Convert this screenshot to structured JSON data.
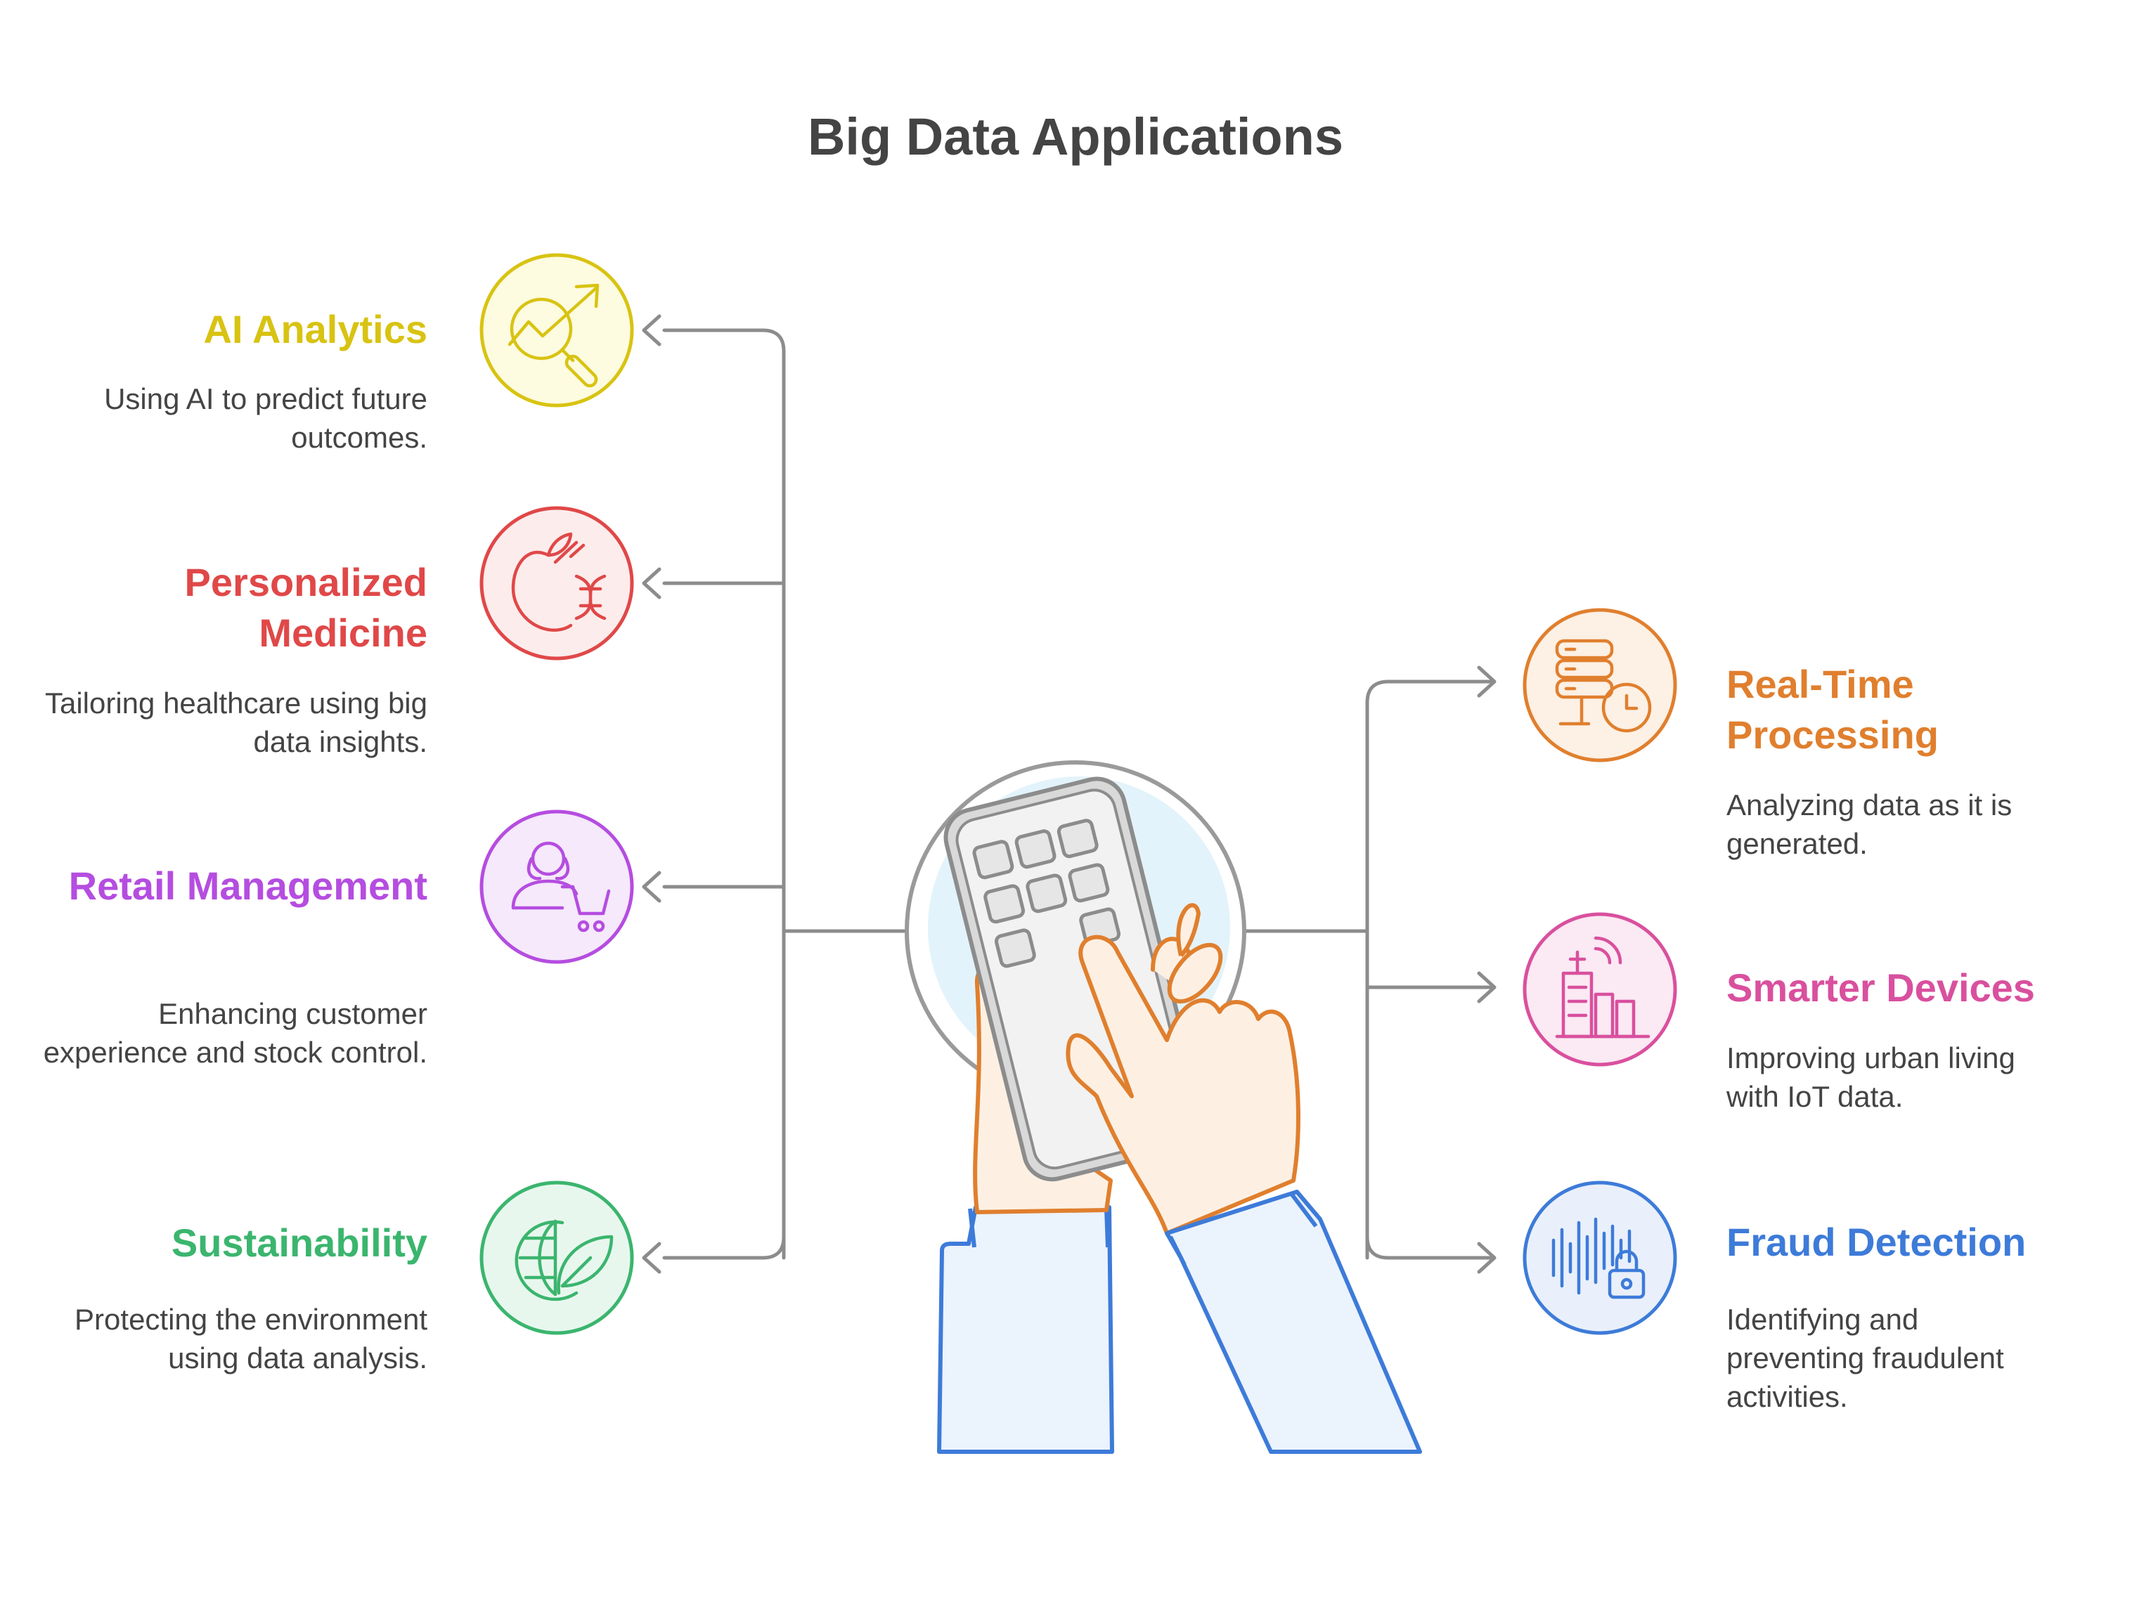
{
  "title": "Big Data Applications",
  "items": [
    {
      "title": "AI Analytics",
      "description": "Using AI to predict future outcomes.",
      "color": "#d8c312",
      "fill": "#fdfbe0",
      "icon": "trend-magnifier-icon"
    },
    {
      "title": "Personalized Medicine",
      "description": "Tailoring healthcare using big data insights.",
      "color": "#e04848",
      "fill": "#fdecec",
      "icon": "apple-dna-icon"
    },
    {
      "title": "Retail Management",
      "description": "Enhancing customer experience and stock control.",
      "color": "#b54de0",
      "fill": "#f5e9fb",
      "icon": "shopper-cart-icon"
    },
    {
      "title": "Sustainability",
      "description": "Protecting the environment using data analysis.",
      "color": "#3bb56e",
      "fill": "#e8f7ee",
      "icon": "globe-leaf-icon"
    },
    {
      "title": "Real-Time Processing",
      "description": "Analyzing data as it is generated.",
      "color": "#e07f2e",
      "fill": "#fdf0e4",
      "icon": "server-clock-icon"
    },
    {
      "title": "Smarter Devices",
      "description": "Improving urban living with IoT data.",
      "color": "#d9509e",
      "fill": "#fbe9f3",
      "icon": "smart-building-icon"
    },
    {
      "title": "Fraud Detection",
      "description": "Identifying and preventing fraudulent activities.",
      "color": "#3d7bd9",
      "fill": "#e9f0fb",
      "icon": "soundwave-lock-icon"
    }
  ],
  "center_icon": "hands-smartphone-icon",
  "connector_color": "#8c8c8c"
}
